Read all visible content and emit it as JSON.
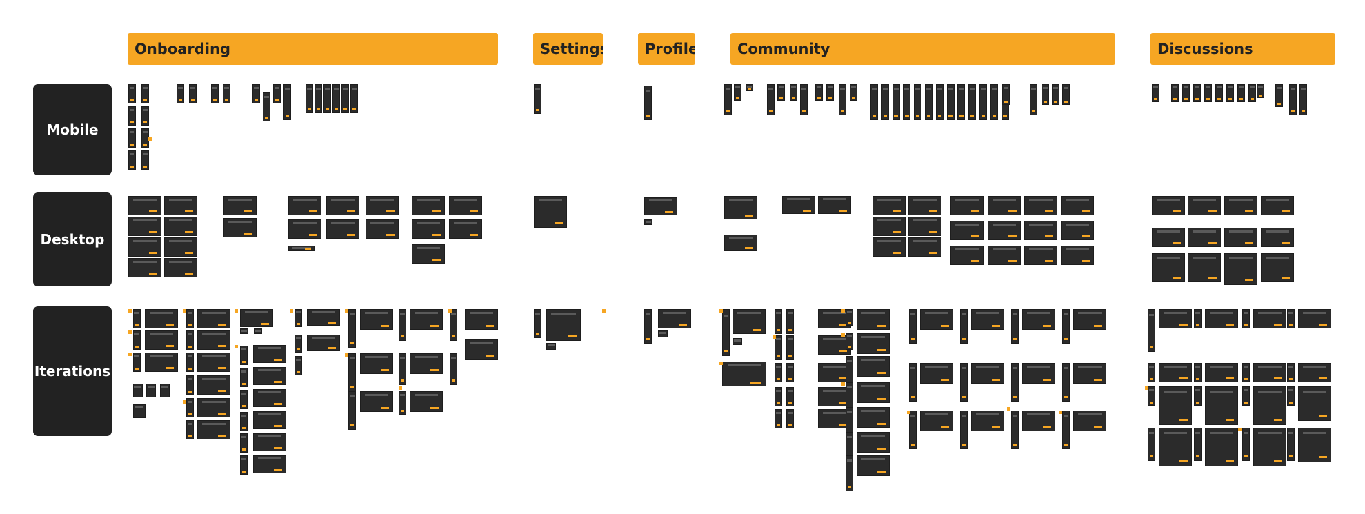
{
  "sections": {
    "onboarding": "Onboarding",
    "settings": "Settings",
    "profile": "Profile",
    "community": "Community",
    "discussions": "Discussions"
  },
  "rows": {
    "mobile": "Mobile",
    "desktop": "Desktop",
    "iterations": "Iterations"
  },
  "colors": {
    "accent": "#f6a623",
    "dark": "#222222",
    "thumbnail": "#2b2b2b"
  }
}
